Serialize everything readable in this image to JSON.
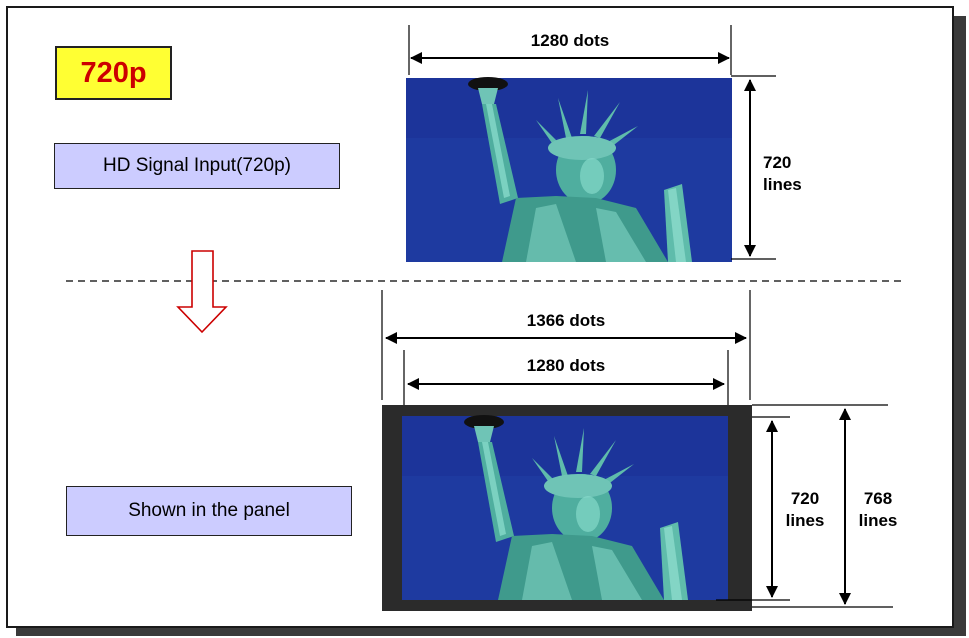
{
  "badge": "720p",
  "input_label": "HD Signal Input(720p)",
  "panel_label": "Shown in the panel",
  "top": {
    "width": "1280 dots",
    "height_num": "720",
    "height_unit": "lines"
  },
  "bottom": {
    "outer_width": "1366 dots",
    "inner_width": "1280 dots",
    "inner_height_num": "720",
    "inner_height_unit": "lines",
    "outer_height_num": "768",
    "outer_height_unit": "lines"
  },
  "colors": {
    "badge_bg": "#ffff33",
    "badge_text": "#cc0000",
    "label_bg": "#ccccff",
    "sky": "#1e3aa0",
    "statue": "#4fae9f",
    "bezel": "#2b2b2b",
    "arrow": "#cc0000"
  },
  "icons": [
    "statue-photo",
    "down-arrow-icon",
    "dimension-arrow"
  ]
}
